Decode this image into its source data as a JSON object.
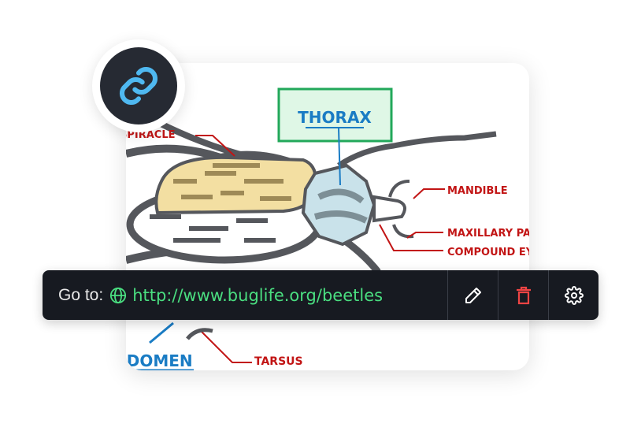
{
  "image": {
    "labels": {
      "thorax": "THORAX",
      "spiracle": "SPIRACLE",
      "mandible": "MANDIBLE",
      "maxillary_palp": "MAXILLARY PALP",
      "compound_eye": "COMPOUND EYE",
      "abdomen": "ABDOMEN",
      "tarsus": "TARSUS"
    }
  },
  "link_badge": {
    "icon": "link-icon",
    "color": "#4fb8f0"
  },
  "toolbar": {
    "goto_label": "Go to:",
    "url_icon": "globe-icon",
    "url": "http://www.buglife.org/beetles",
    "url_color": "#4ade80",
    "actions": [
      {
        "icon": "pencil-icon",
        "color": "#ffffff"
      },
      {
        "icon": "trash-icon",
        "color": "#ef4444"
      },
      {
        "icon": "gear-icon",
        "color": "#ffffff"
      }
    ]
  }
}
